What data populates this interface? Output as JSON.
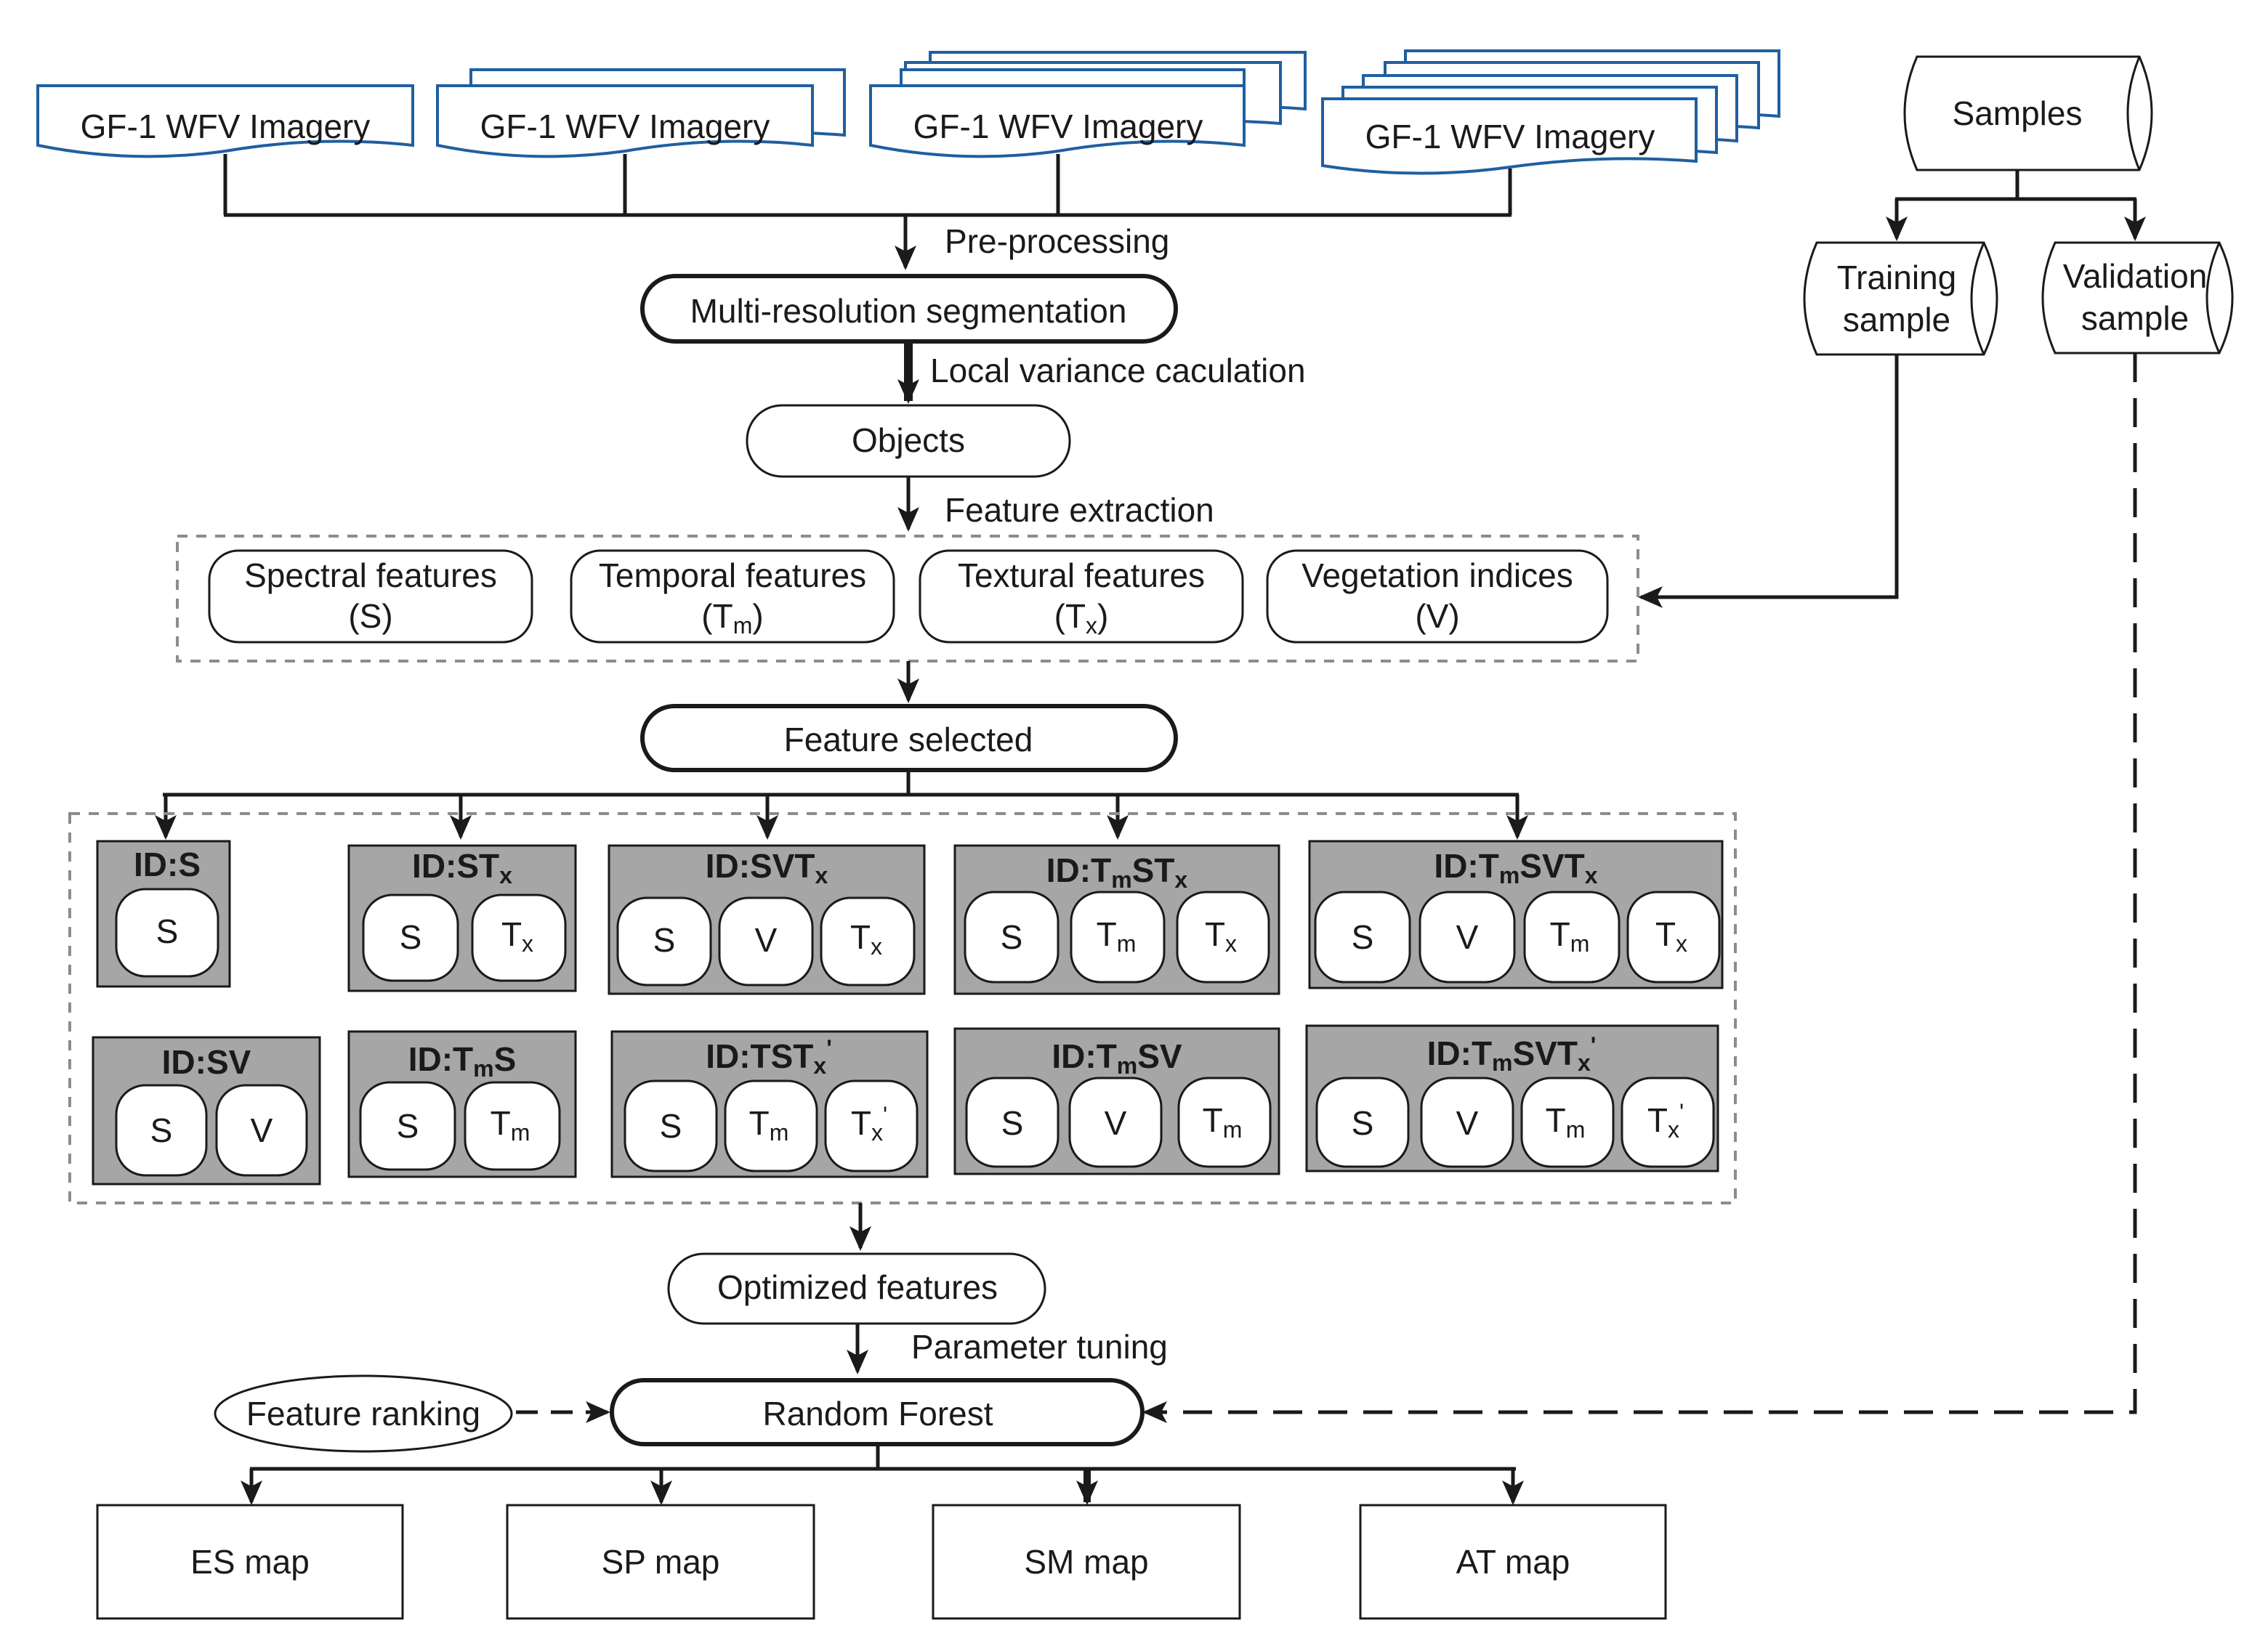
{
  "imagery": {
    "label": "GF-1 WFV Imagery"
  },
  "steps": {
    "pre_processing": "Pre-processing",
    "segmentation": "Multi-resolution segmentation",
    "local_variance": "Local variance caculation",
    "objects": "Objects",
    "feature_extraction": "Feature extraction",
    "feature_selected": "Feature selected",
    "optimized_features": "Optimized features",
    "parameter_tuning": "Parameter tuning",
    "random_forest": "Random Forest",
    "feature_ranking": "Feature ranking"
  },
  "samples": {
    "samples": "Samples",
    "training": [
      "Training",
      "sample"
    ],
    "validation": [
      "Validation",
      "sample"
    ]
  },
  "features": {
    "spectral": [
      "Spectral features",
      "(S)"
    ],
    "temporal": [
      "Temporal features",
      "(T",
      "m",
      ")"
    ],
    "textural": [
      "Textural features",
      "(T",
      "x",
      ")"
    ],
    "vegetation": [
      "Vegetation indices",
      "(V)"
    ]
  },
  "groups": [
    {
      "id": "ID:S",
      "items": [
        "S"
      ]
    },
    {
      "id": "ID:STx",
      "items": [
        "S",
        "Tx"
      ]
    },
    {
      "id": "ID:SVTx",
      "items": [
        "S",
        "V",
        "Tx"
      ]
    },
    {
      "id": "ID:TmSTx",
      "items": [
        "S",
        "Tm",
        "Tx"
      ]
    },
    {
      "id": "ID:TmSVTx",
      "items": [
        "S",
        "V",
        "Tm",
        "Tx"
      ]
    },
    {
      "id": "ID:SV",
      "items": [
        "S",
        "V"
      ]
    },
    {
      "id": "ID:TmS",
      "items": [
        "S",
        "Tm"
      ]
    },
    {
      "id": "ID:TSTx'",
      "items": [
        "S",
        "Tm",
        "Tx'"
      ]
    },
    {
      "id": "ID:TmSV",
      "items": [
        "S",
        "V",
        "Tm"
      ]
    },
    {
      "id": "ID:TmSVTx'",
      "items": [
        "S",
        "V",
        "Tm",
        "Tx'"
      ]
    }
  ],
  "outputs": [
    "ES map",
    "SP map",
    "SM map",
    "AT map"
  ],
  "colors": {
    "imagery_stroke": "#1f5fa0",
    "group_fill": "#a6a6a6",
    "line": "#1a1a1a",
    "dashed_border": "#8c8c8c"
  }
}
